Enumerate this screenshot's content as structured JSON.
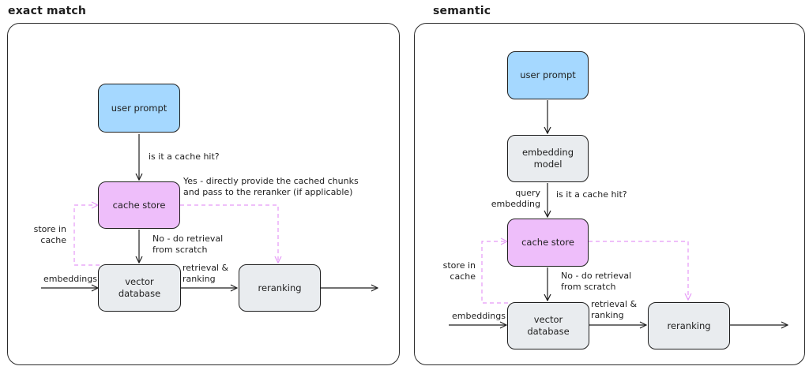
{
  "left": {
    "title": "exact match",
    "nodes": {
      "user_prompt": "user prompt",
      "cache_store": "cache store",
      "vector_db": "vector\ndatabase",
      "reranking": "reranking"
    },
    "labels": {
      "cache_hit_q": "is it a cache hit?",
      "yes": "Yes - directly provide the cached chunks\nand pass to the reranker (if applicable)",
      "no": "No - do retrieval\nfrom scratch",
      "store": "store in\ncache",
      "embeddings": "embeddings",
      "retrieval": "retrieval &\nranking"
    }
  },
  "right": {
    "title": "semantic",
    "nodes": {
      "user_prompt": "user prompt",
      "embedding_model": "embedding\nmodel",
      "cache_store": "cache store",
      "vector_db": "vector\ndatabase",
      "reranking": "reranking"
    },
    "labels": {
      "query_embedding": "query\nembedding",
      "cache_hit_q": "is it a cache hit?",
      "no": "No - do retrieval\nfrom scratch",
      "store": "store in\ncache",
      "embeddings": "embeddings",
      "retrieval": "retrieval &\nranking"
    }
  },
  "colors": {
    "blue": "#a5d8ff",
    "purple": "#eebefa",
    "gray": "#e9ecef",
    "dashed": "#e599f7",
    "stroke": "#1e1e1e"
  }
}
